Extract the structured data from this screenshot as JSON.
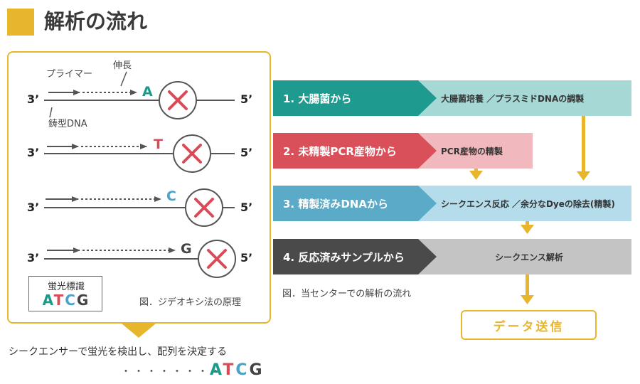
{
  "header": {
    "title": "解析の流れ",
    "accent_color": "#e8b62c"
  },
  "diagram": {
    "primer_label": "プライマー",
    "extension_label": "伸長",
    "template_label": "鋳型DNA",
    "strand_end_left": "3’",
    "strand_end_right": "5’",
    "rows": [
      {
        "base": "A",
        "color": "#1a9a8a"
      },
      {
        "base": "T",
        "color": "#d94b57"
      },
      {
        "base": "C",
        "color": "#4aa3c8"
      },
      {
        "base": "G",
        "color": "#444444"
      }
    ],
    "legend": {
      "title": "蛍光標識",
      "letters": [
        {
          "char": "A",
          "color": "#1a9a8a"
        },
        {
          "char": "T",
          "color": "#d94b57"
        },
        {
          "char": "C",
          "color": "#4aa3c8"
        },
        {
          "char": "G",
          "color": "#444444"
        }
      ]
    },
    "caption": "図．ジデオキシ法の原理",
    "x_mark_color": "#d94b57"
  },
  "bottom": {
    "description": "シークエンサーで蛍光を検出し、配列を決定する",
    "dots": "・・・・・・・・・",
    "sequence": [
      {
        "char": "A",
        "color": "#1a9a8a"
      },
      {
        "char": "T",
        "color": "#d94b57"
      },
      {
        "char": "C",
        "color": "#4aa3c8"
      },
      {
        "char": "G",
        "color": "#444444"
      }
    ]
  },
  "flow": {
    "caption": "図．当センターでの解析の流れ",
    "rows": [
      {
        "label": "1. 大腸菌から",
        "note": "大腸菌培養 ／プラスミドDNAの調製",
        "dark": "#1f9a8f",
        "light": "#a6d9d6"
      },
      {
        "label": "2. 未精製PCR産物から",
        "note": "PCR産物の精製",
        "dark": "#d9505a",
        "light": "#f1b9bd"
      },
      {
        "label": "3. 精製済みDNAから",
        "note": "シークエンス反応 ／余分なDyeの除去(精製)",
        "dark": "#5aaac8",
        "light": "#b5dcea"
      },
      {
        "label": "4. 反応済みサンプルから",
        "note": "シークエンス解析",
        "dark": "#4a4a4a",
        "light": "#c4c4c4"
      }
    ],
    "result": "データ送信",
    "arrow_color": "#e8b62c"
  }
}
